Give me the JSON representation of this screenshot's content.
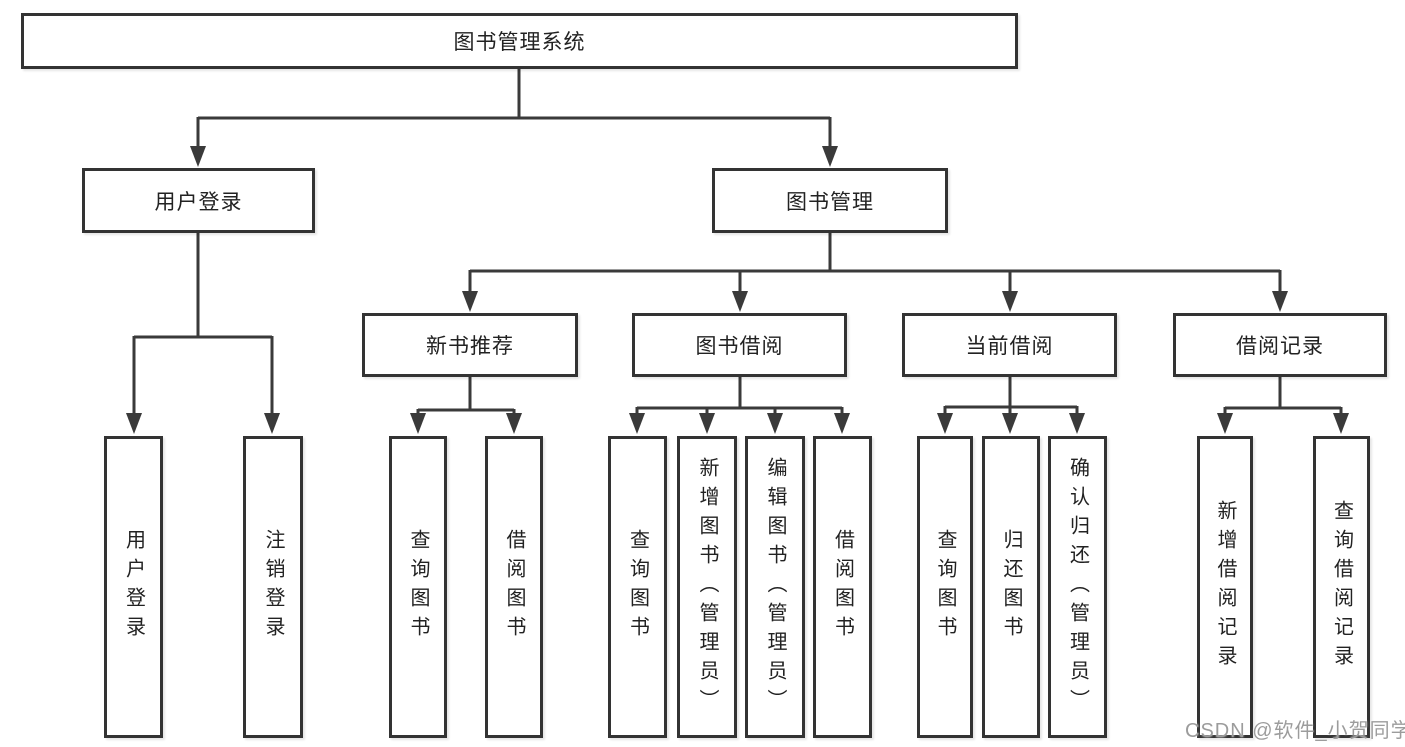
{
  "diagram": {
    "nodes": {
      "root": "图书管理系统",
      "l2": [
        "用户登录",
        "图书管理"
      ],
      "l3": [
        "新书推荐",
        "图书借阅",
        "当前借阅",
        "借阅记录"
      ],
      "leaves": [
        "用户登录",
        "注销登录",
        "查询图书",
        "借阅图书",
        "查询图书",
        "新增图书（管理员）",
        "编辑图书（管理员）",
        "借阅图书",
        "查询图书",
        "归还图书",
        "确认归还（管理员）",
        "新增借阅记录",
        "查询借阅记录"
      ]
    },
    "watermark": "CSDN @软件_小贺同学",
    "colors": {
      "line": "#3a3a3a",
      "border": "#333333",
      "text": "#222222",
      "background": "#ffffff",
      "watermark": "#9c9c9c"
    }
  }
}
